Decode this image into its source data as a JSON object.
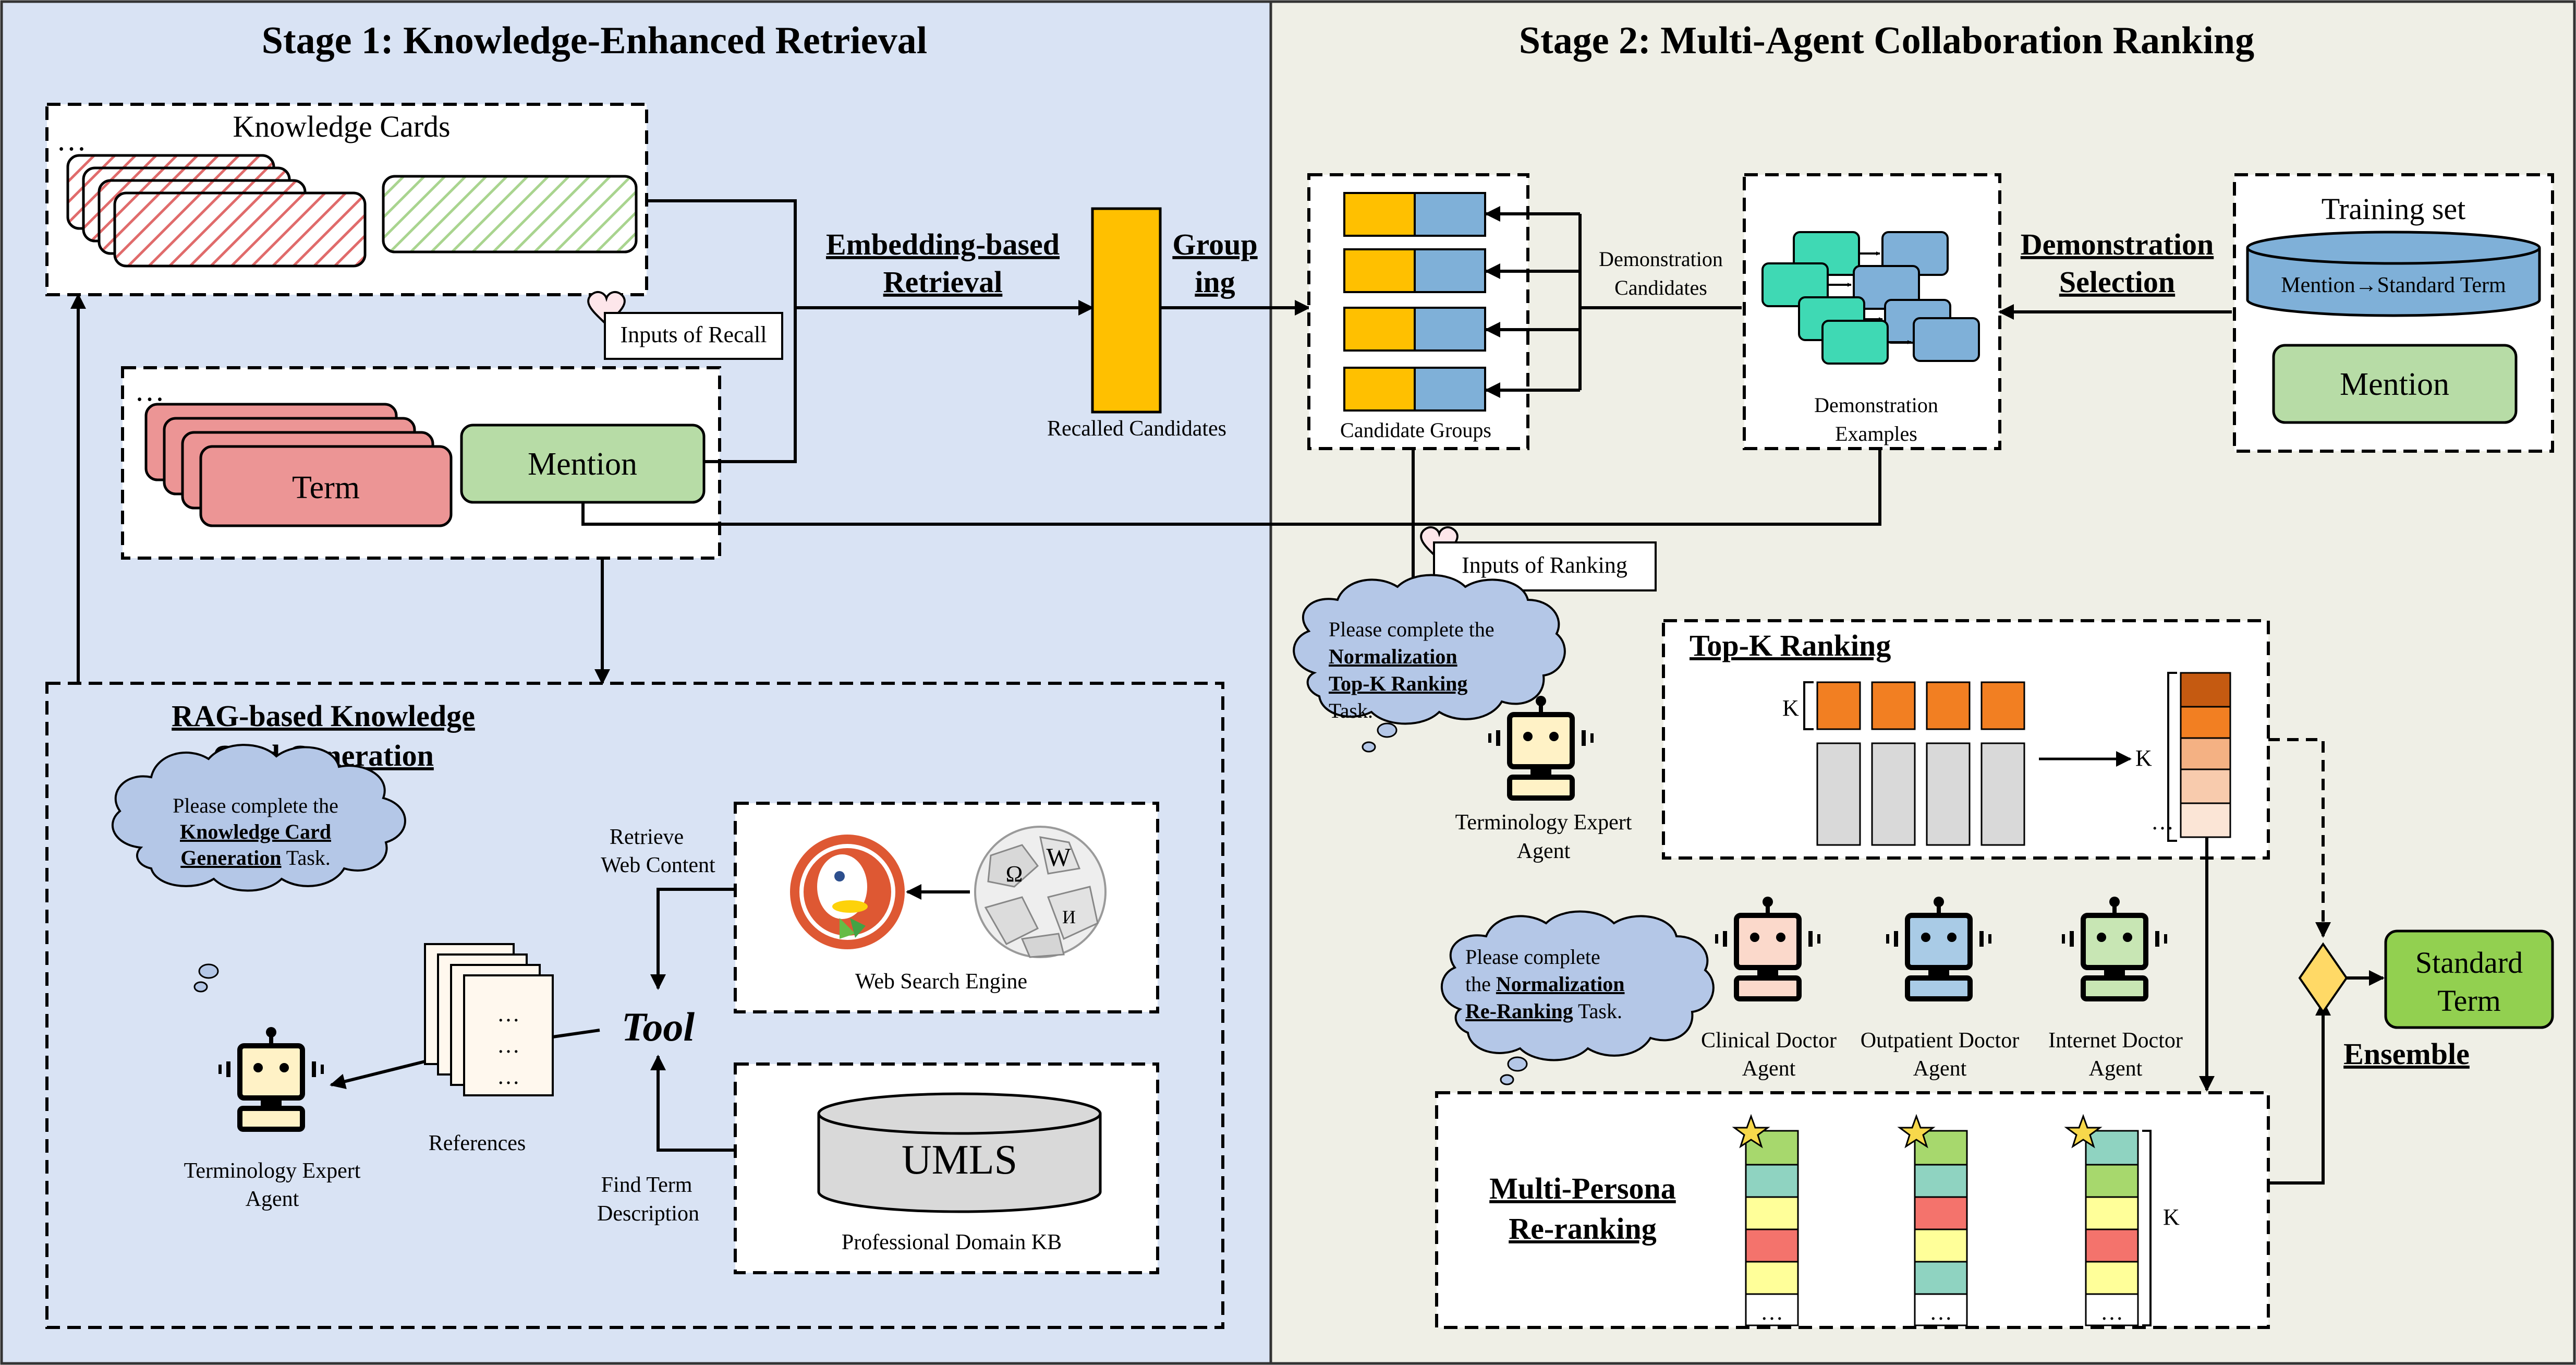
{
  "stage1": {
    "title": "Stage 1: Knowledge-Enhanced Retrieval",
    "knowledge_cards": {
      "title": "Knowledge Cards",
      "ellipsis": "…"
    },
    "inputs_of_recall": "Inputs of Recall",
    "term_group": {
      "ellipsis": "…",
      "term_label": "Term",
      "mention_label": "Mention"
    },
    "embedding_retrieval": {
      "line1": "Embedding-based",
      "line2": "Retrieval"
    },
    "recalled_candidates": "Recalled Candidates",
    "grouping": {
      "line1": "Group",
      "line2": "ing"
    },
    "rag_generation": {
      "line1": "RAG-based Knowledge",
      "line2": "Card Generation"
    },
    "cloud": {
      "line1": "Please complete the",
      "bold1": "Knowledge Card",
      "bold2": "Generation",
      "tail": " Task."
    },
    "agent_label": {
      "line1": "Terminology Expert",
      "line2": "Agent"
    },
    "references": "References",
    "ref_dots": "…",
    "tool": "Tool",
    "retrieve_web": {
      "line1": "Retrieve",
      "line2": "Web Content"
    },
    "web_search_engine": "Web Search Engine",
    "find_term": {
      "line1": "Find Term",
      "line2": "Description"
    },
    "umls": "UMLS",
    "professional_kb": "Professional Domain KB"
  },
  "stage2": {
    "title": "Stage 2: Multi-Agent Collaboration Ranking",
    "candidate_groups": "Candidate Groups",
    "demo_candidates": {
      "line1": "Demonstration",
      "line2": "Candidates"
    },
    "demo_examples": {
      "line1": "Demonstration",
      "line2": "Examples"
    },
    "demo_selection": {
      "line1": "Demonstration",
      "line2": "Selection"
    },
    "training_set": "Training set",
    "mention_to_term": "Mention→Standard Term",
    "mention": "Mention",
    "inputs_of_ranking": "Inputs of Ranking",
    "cloud_topk": {
      "line1": "Please complete the",
      "bold1": "Normalization",
      "bold2": "Top-K Ranking",
      "tail": "Task."
    },
    "topk_ranking": "Top-K Ranking",
    "k_label": "K",
    "ellipsis": "…",
    "terminology_agent": {
      "line1": "Terminology Expert",
      "line2": "Agent"
    },
    "cloud_rerank": {
      "line1": "Please complete",
      "pre2": "the ",
      "bold1": "Normalization",
      "bold2": "Re-Ranking",
      "tail": " Task."
    },
    "agents": [
      {
        "line1": "Clinical Doctor",
        "line2": "Agent",
        "color": "#fbd9cb"
      },
      {
        "line1": "Outpatient Doctor",
        "line2": "Agent",
        "color": "#a9cbe6"
      },
      {
        "line1": "Internet Doctor",
        "line2": "Agent",
        "color": "#c8e6b4"
      }
    ],
    "multi_persona": {
      "line1": "Multi-Persona",
      "line2": "Re-ranking"
    },
    "ensemble": "Ensemble",
    "standard_term": {
      "line1": "Standard",
      "line2": "Term"
    }
  },
  "colors": {
    "stage1_bg": "#d9e3f4",
    "stage2_bg": "#efefe6",
    "gold": "#ffc000",
    "blue": "#7fb0d8",
    "orange": "#f27f22",
    "green": "#b7dca6",
    "pink": "#ec9595",
    "teal": "#3fd9b4",
    "cloud": "#b4c7e7",
    "gray": "#d9d9d9"
  }
}
